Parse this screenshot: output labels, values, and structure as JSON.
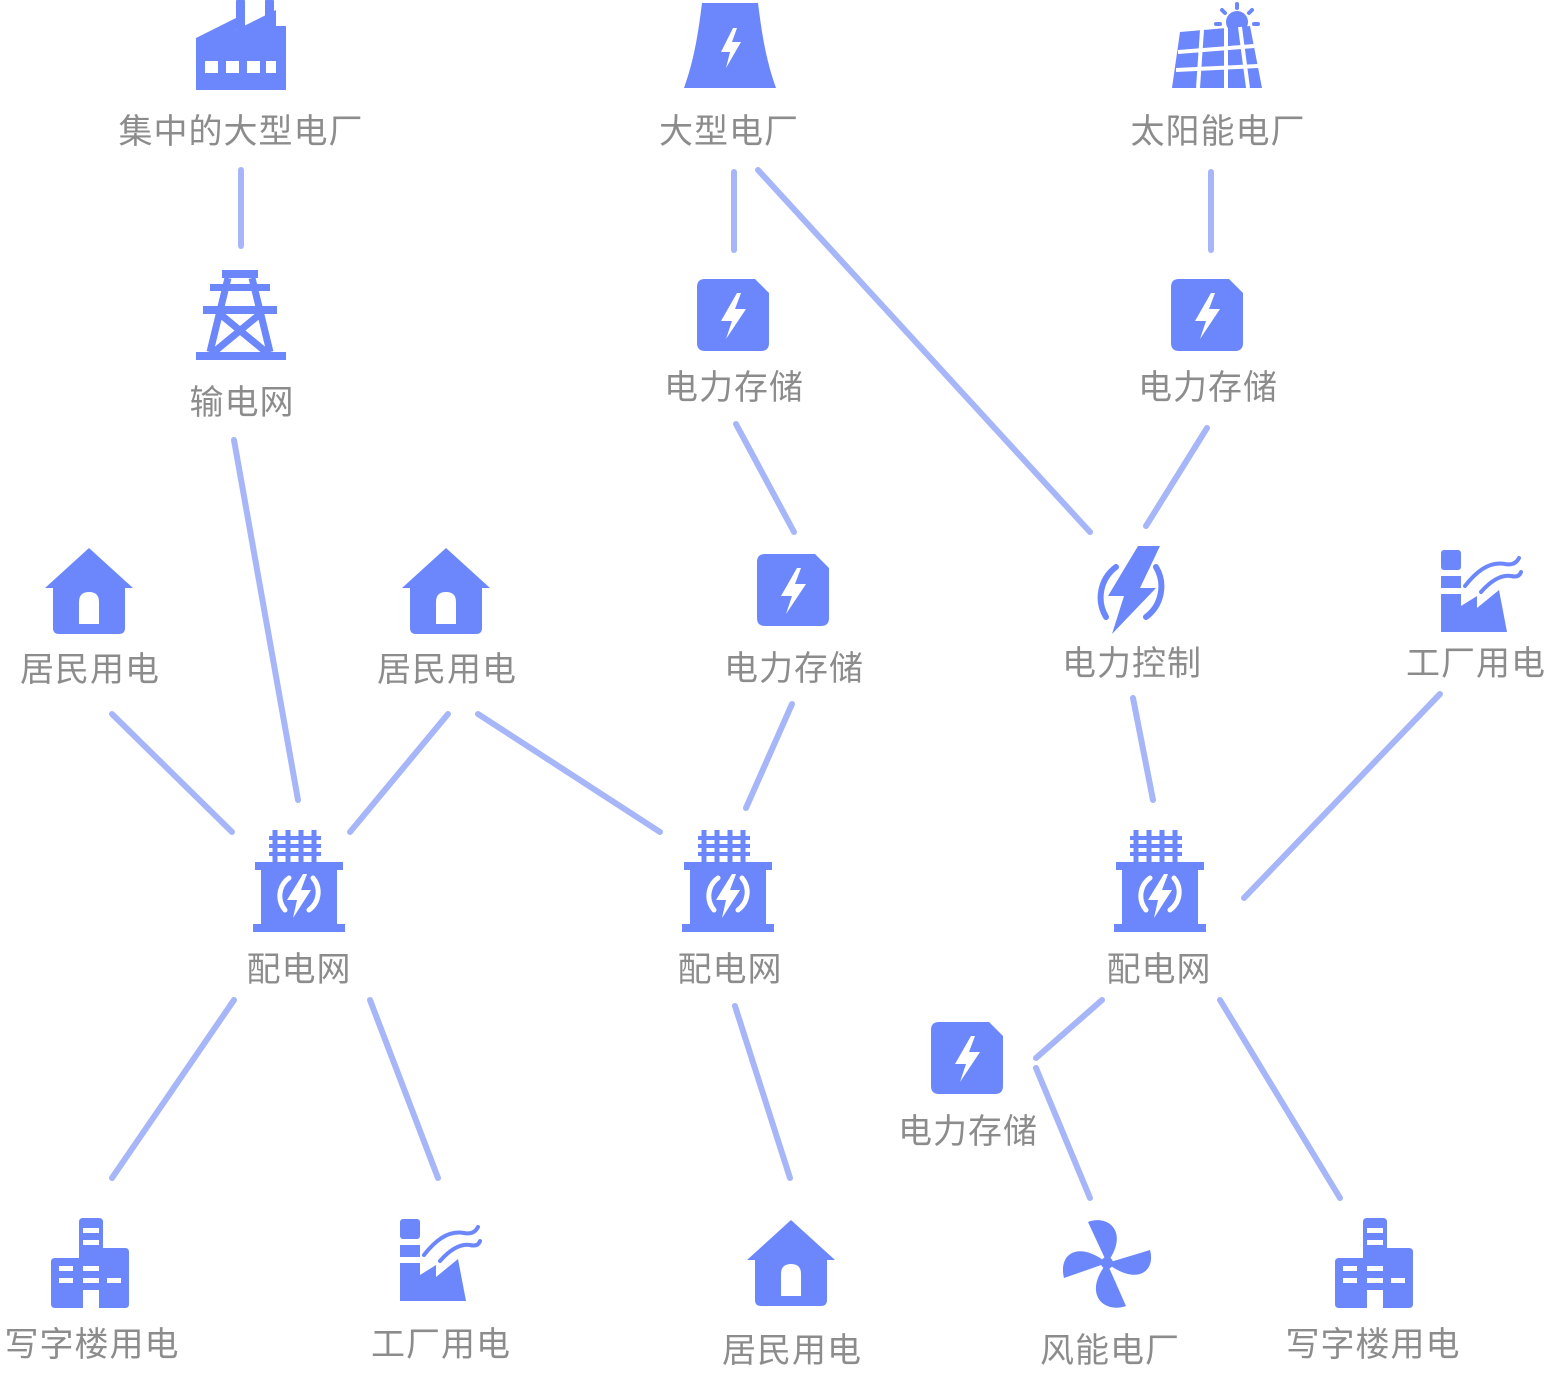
{
  "colors": {
    "icon": "#6b87fb",
    "edge": "#a6b6f8",
    "label": "#8c8c8c",
    "background": "#ffffff"
  },
  "nodes": {
    "central_plant": {
      "label": "集中的大型电厂",
      "icon": "factory-icon"
    },
    "large_plant": {
      "label": "大型电厂",
      "icon": "cooling-tower-icon"
    },
    "solar_plant": {
      "label": "太阳能电厂",
      "icon": "solar-panel-icon"
    },
    "transmission_grid": {
      "label": "输电网",
      "icon": "transmission-tower-icon"
    },
    "storage_1": {
      "label": "电力存储",
      "icon": "battery-storage-icon"
    },
    "storage_2": {
      "label": "电力存储",
      "icon": "battery-storage-icon"
    },
    "storage_3": {
      "label": "电力存储",
      "icon": "battery-storage-icon"
    },
    "storage_4": {
      "label": "电力存储",
      "icon": "battery-storage-icon"
    },
    "residential_1": {
      "label": "居民用电",
      "icon": "house-icon"
    },
    "residential_2": {
      "label": "居民用电",
      "icon": "house-icon"
    },
    "residential_3": {
      "label": "居民用电",
      "icon": "house-icon"
    },
    "power_control": {
      "label": "电力控制",
      "icon": "lightning-control-icon"
    },
    "factory_use_1": {
      "label": "工厂用电",
      "icon": "industry-icon"
    },
    "factory_use_2": {
      "label": "工厂用电",
      "icon": "industry-icon"
    },
    "distribution_1": {
      "label": "配电网",
      "icon": "transformer-icon"
    },
    "distribution_2": {
      "label": "配电网",
      "icon": "transformer-icon"
    },
    "distribution_3": {
      "label": "配电网",
      "icon": "transformer-icon"
    },
    "office_use_1": {
      "label": "写字楼用电",
      "icon": "office-building-icon"
    },
    "office_use_2": {
      "label": "写字楼用电",
      "icon": "office-building-icon"
    },
    "wind_plant": {
      "label": "风能电厂",
      "icon": "wind-turbine-icon"
    }
  },
  "edges": [
    [
      "central_plant",
      "transmission_grid"
    ],
    [
      "large_plant",
      "storage_1"
    ],
    [
      "large_plant",
      "power_control"
    ],
    [
      "solar_plant",
      "storage_2"
    ],
    [
      "storage_1",
      "storage_3"
    ],
    [
      "storage_2",
      "power_control"
    ],
    [
      "transmission_grid",
      "distribution_1"
    ],
    [
      "residential_1",
      "distribution_1"
    ],
    [
      "residential_2",
      "distribution_1"
    ],
    [
      "residential_2",
      "distribution_2"
    ],
    [
      "storage_3",
      "distribution_2"
    ],
    [
      "power_control",
      "distribution_3"
    ],
    [
      "factory_use_1",
      "distribution_3"
    ],
    [
      "distribution_1",
      "office_use_1"
    ],
    [
      "distribution_1",
      "factory_use_2"
    ],
    [
      "distribution_2",
      "residential_3"
    ],
    [
      "distribution_3",
      "storage_4"
    ],
    [
      "distribution_3",
      "office_use_2"
    ],
    [
      "storage_4",
      "wind_plant"
    ]
  ]
}
